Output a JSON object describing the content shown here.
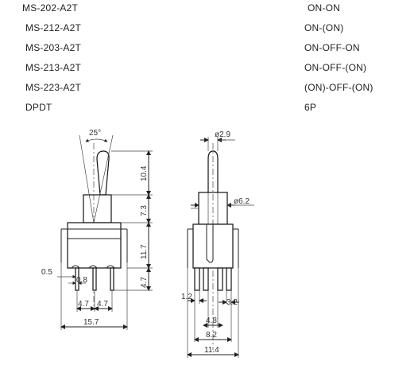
{
  "specs": [
    {
      "model": "MS-202-A2T",
      "type": "ON-ON"
    },
    {
      "model": "MS-212-A2T",
      "type": "ON-(ON)"
    },
    {
      "model": "MS-203-A2T",
      "type": "ON-OFF-ON"
    },
    {
      "model": "MS-213-A2T",
      "type": "ON-OFF-(ON)"
    },
    {
      "model": "MS-223-A2T",
      "type": "(ON)-OFF-(ON)"
    },
    {
      "model": "DPDT",
      "type": "6P"
    }
  ],
  "front_view": {
    "angle": "25°",
    "dim_lever": "10.4",
    "dim_bushing": "7.3",
    "dim_body": "11.7",
    "dim_pin": "4.7",
    "dim_pin_thickness": "0.5",
    "dim_pin_width": "0.8",
    "dim_pitch_left": "4.7",
    "dim_pitch_right": "4.7",
    "dim_width": "15.7"
  },
  "side_view": {
    "dim_lever_dia": "ø2.9",
    "dim_bushing_dia": "ø6.2",
    "dim_pin_left": "1.2",
    "dim_pin_right": "3.2",
    "dim_pitch": "4.8",
    "dim_row": "8.2",
    "dim_width": "11.4"
  }
}
